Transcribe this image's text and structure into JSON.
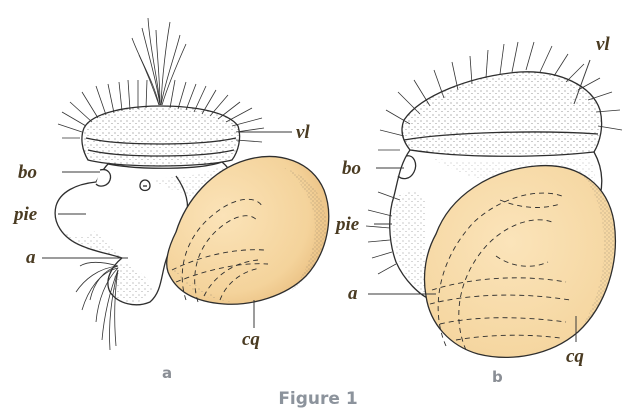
{
  "figure": {
    "caption": "Figure 1",
    "panels": [
      {
        "letter": "a",
        "labels": {
          "vl": "vl",
          "bo": "bo",
          "pie": "pie",
          "a": "a",
          "cq": "cq"
        }
      },
      {
        "letter": "b",
        "labels": {
          "vl": "vl",
          "bo": "bo",
          "pie": "pie",
          "a": "a",
          "cq": "cq"
        }
      }
    ]
  },
  "colors": {
    "shell_fill": "#f6d9a5",
    "shell_shade": "#e9c07e",
    "body_fill": "#ffffff",
    "line": "#2e2e2e",
    "label_text": "#4a3b22",
    "caption_text": "#8c939c"
  }
}
